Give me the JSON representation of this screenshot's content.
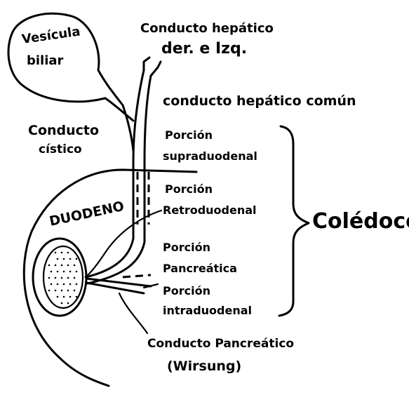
{
  "labels": {
    "vesicula_line1": "Vesícula",
    "vesicula_line2": "biliar",
    "hepatico_der_izq_line1": "Conducto hepático",
    "hepatico_der_izq_line2": "der. e Izq.",
    "hepatico_comun": "conducto hepático común",
    "cistico_line1": "Conducto",
    "cistico_line2": "cístico",
    "supraduodenal_line1": "Porción",
    "supraduodenal_line2": "supraduodenal",
    "retroduodenal_line1": "Porción",
    "retroduodenal_line2": "Retroduodenal",
    "duodeno": "DUODENO",
    "coledoco": "Colédoco",
    "pancreatica_line1": "Porción",
    "pancreatica_line2": "Pancreática",
    "intraduodenal_line1": "Porción",
    "intraduodenal_line2": "intraduodenal",
    "wirsung_line1": "Conducto Pancreático",
    "wirsung_line2": "(Wirsung)"
  }
}
